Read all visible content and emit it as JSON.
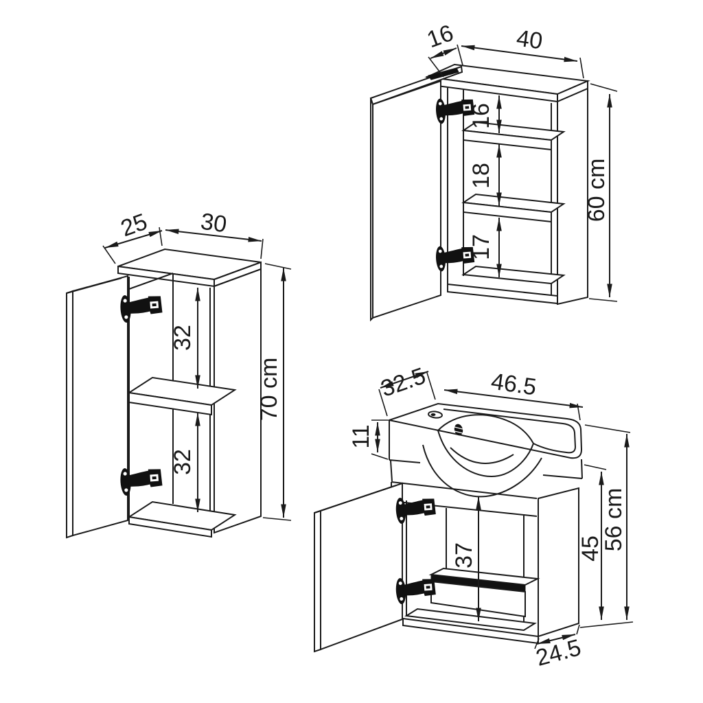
{
  "figure": {
    "type": "furniture-technical-drawing",
    "units": "cm",
    "views": [
      {
        "id": "wall-cabinet-left",
        "description": "Tall wall cabinet, open door, one shelf",
        "depth": 25,
        "width": 30,
        "height": "70 cm",
        "compartments": [
          "32",
          "32"
        ]
      },
      {
        "id": "wall-cabinet-top-right",
        "description": "Wall cabinet, open door, two shelves",
        "depth": 16,
        "width": 40,
        "height": "60 cm",
        "compartments": [
          "16",
          "18",
          "17"
        ]
      },
      {
        "id": "vanity-unit-bottom-right",
        "description": "Vanity base cabinet with ceramic wash basin, open door",
        "depth": 32.5,
        "width": 46.5,
        "basin_height": 11,
        "interior_height": 37,
        "cabinet_height": 45,
        "total_height": "56 cm",
        "bottom_depth": 24.5
      }
    ]
  },
  "labels": {
    "c1_depth": "25",
    "c1_width": "30",
    "c1_height": "70 cm",
    "c1_comp_top": "32",
    "c1_comp_bottom": "32",
    "c2_depth": "16",
    "c2_width": "40",
    "c2_height": "60 cm",
    "c2_comp_top": "16",
    "c2_comp_mid": "18",
    "c2_comp_bottom": "17",
    "v_depth": "32.5",
    "v_width": "46.5",
    "v_basin_height": "11",
    "v_interior": "37",
    "v_cabinet_height": "45",
    "v_total_height": "56 cm",
    "v_bottom_depth": "24.5"
  },
  "colors": {
    "line": "#1a1a1a",
    "background": "#ffffff",
    "shadow_fill": "#111111"
  }
}
